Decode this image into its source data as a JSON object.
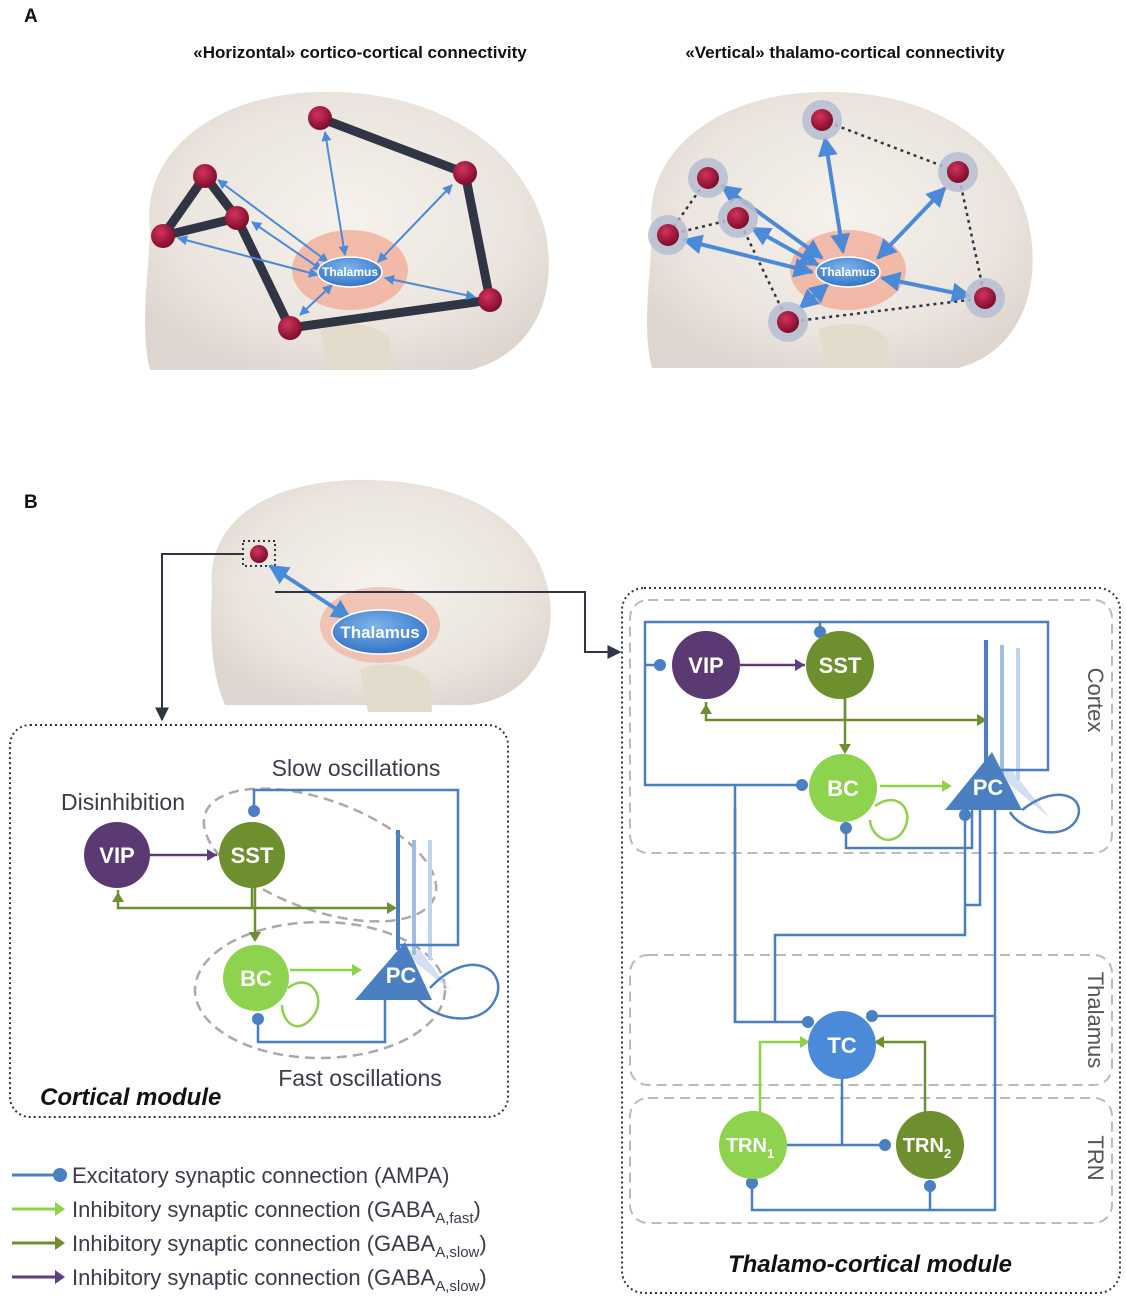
{
  "panel_a": {
    "label": "A",
    "left_title": "«Horizontal» cortico-cortical connectivity",
    "right_title": "«Vertical» thalamo-cortical connectivity",
    "thalamus_label": "Thalamus"
  },
  "panel_b": {
    "label": "B",
    "thalamus_label": "Thalamus",
    "cortical_module": {
      "title": "Cortical module",
      "slow_label": "Slow oscillations",
      "fast_label": "Fast oscillations",
      "disinhibition_label": "Disinhibition",
      "nodes": {
        "vip": "VIP",
        "sst": "SST",
        "bc": "BC",
        "pc": "PC"
      }
    },
    "thalamocortical_module": {
      "title": "Thalamo-cortical module",
      "regions": {
        "cortex": "Cortex",
        "thalamus": "Thalamus",
        "trn": "TRN"
      },
      "nodes": {
        "vip": "VIP",
        "sst": "SST",
        "bc": "BC",
        "pc": "PC",
        "tc": "TC",
        "trn1": "TRN",
        "trn1_sub": "1",
        "trn2": "TRN",
        "trn2_sub": "2"
      }
    },
    "legend": [
      {
        "text": "Excitatory synaptic connection (AMPA)",
        "sub": "",
        "suffix": "",
        "color": "#4a7fc1"
      },
      {
        "text": "Inhibitory synaptic connection (GABA",
        "sub": "A,fast",
        "suffix": ")",
        "color": "#8dd34d"
      },
      {
        "text": "Inhibitory synaptic connection (GABA",
        "sub": "A,slow",
        "suffix": ")",
        "color": "#6e8f2e"
      },
      {
        "text": "Inhibitory synaptic connection (GABA",
        "sub": "A,slow",
        "suffix": ")",
        "color": "#5e3e7e"
      }
    ]
  },
  "colors": {
    "excitatory": "#4a7fc1",
    "inhibitory_fast": "#8dd34d",
    "inhibitory_slow": "#6e8f2e",
    "inhibitory_vip": "#5e3e7e",
    "vip_node": "#5b3a73",
    "sst_node": "#6e8f2e",
    "bc_node": "#8dd34d",
    "pc_node": "#4a7fc1",
    "tc_node": "#4a8ad8",
    "cortex_node": "#a0143c",
    "connection_line": "#2f3545"
  }
}
